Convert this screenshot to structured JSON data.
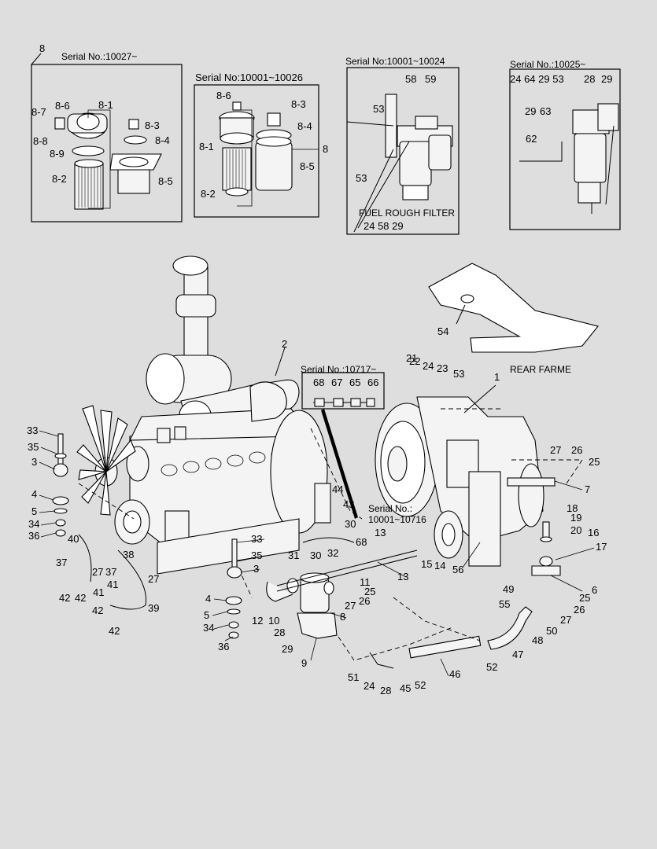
{
  "titles": {
    "top_serial_a": "Serial No.:10027~",
    "top_serial_b": "Serial No:10001~10026",
    "top_serial_c": "Serial No:10001~10024",
    "top_serial_d": "Serial No.:10025~",
    "fuel_rough_filter": "FUEL ROUGH FILTER",
    "rear_frame": "REAR FARME",
    "serial_10717": "Serial No.:10717~",
    "serial_mid_1": "Serial No.:",
    "serial_mid_2": "10001~10716"
  },
  "callouts": {
    "c8top": "8",
    "b1_87": "8-7",
    "b1_86": "8-6",
    "b1_81": "8-1",
    "b1_88": "8-8",
    "b1_83": "8-3",
    "b1_84": "8-4",
    "b1_89": "8-9",
    "b1_82": "8-2",
    "b1_85": "8-5",
    "b2_86": "8-6",
    "b2_83": "8-3",
    "b2_84": "8-4",
    "b2_81": "8-1",
    "b2_85": "8-5",
    "b2_82": "8-2",
    "b2_8": "8",
    "b3_58": "58",
    "b3_59": "59",
    "b3_53a": "53",
    "b3_53b": "53",
    "b3_bot": "24  58  29",
    "b4_row": "24 64 29 53",
    "b4_28": "28",
    "b4_29": "29",
    "b4_29b": "29",
    "b4_63": "63",
    "b4_62": "62",
    "n54": "54",
    "n2": "2",
    "n1": "1",
    "n22": "22",
    "n21": "21",
    "n24": "24",
    "n23": "23",
    "n53": "53",
    "n68": "68",
    "n67": "67",
    "n65": "65",
    "n66": "66",
    "n33": "33",
    "n35": "35",
    "n3": "3",
    "n4": "4",
    "n5": "5",
    "n34": "34",
    "n36": "36",
    "n40": "40",
    "n37": "37",
    "n27a": "27",
    "n37b": "37",
    "n38": "38",
    "n27b": "27",
    "n42a": "42",
    "n42b": "42",
    "n41a": "41",
    "n41b": "41",
    "n42c": "42",
    "n39": "39",
    "n42d": "42",
    "n33b": "33",
    "n35b": "35",
    "n3b": "3",
    "n4b": "4",
    "n5b": "5",
    "n34b": "34",
    "n36b": "36",
    "n44": "44",
    "n43": "43",
    "n30a": "30",
    "n68b": "68",
    "n13a": "13",
    "n31": "31",
    "n30b": "30",
    "n32": "32",
    "n15": "15",
    "n14": "14",
    "n13b": "13",
    "n11": "11",
    "n25a": "25",
    "n27c": "27",
    "n26a": "26",
    "n12": "12",
    "n10": "10",
    "n8": "8",
    "n28a": "28",
    "n29": "29",
    "n9": "9",
    "n27d": "27",
    "n26b": "26",
    "n25b": "25",
    "n7": "7",
    "n18": "18",
    "n19": "19",
    "n20": "20",
    "n16": "16",
    "n17": "17",
    "n56": "56",
    "n6": "6",
    "n49": "49",
    "n25c": "25",
    "n26c": "26",
    "n55": "55",
    "n27e": "27",
    "n48": "48",
    "n50": "50",
    "n47": "47",
    "n46": "46",
    "n52a": "52",
    "n52b": "52",
    "n51": "51",
    "n24b": "24",
    "n28b": "28",
    "n45": "45"
  }
}
